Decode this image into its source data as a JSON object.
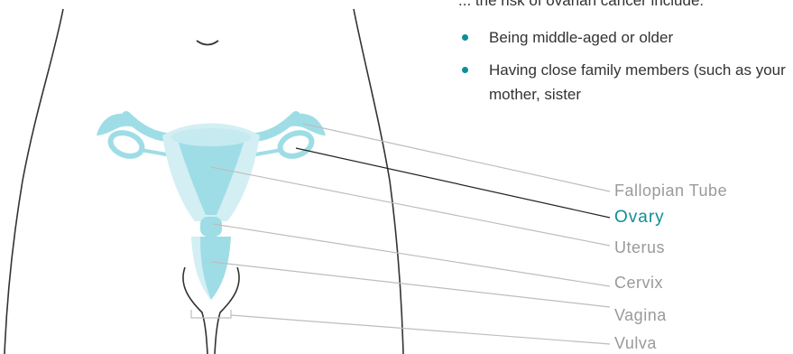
{
  "intro_partial": "... the risk of ovarian cancer include:",
  "risk_factors": [
    "Being middle-aged or older",
    "Having close family members (such as your mother, sister"
  ],
  "labels": {
    "fallopian_tube": "Fallopian Tube",
    "ovary": "Ovary",
    "uterus": "Uterus",
    "cervix": "Cervix",
    "vagina": "Vagina",
    "vulva": "Vulva"
  },
  "colors": {
    "accent": "#0f8e94",
    "organ_fill": "#9fdde6",
    "organ_light": "#d3eff3",
    "body_outline": "#333333",
    "label_gray": "#9a9a9a",
    "leader_gray": "#bdbdbd"
  }
}
